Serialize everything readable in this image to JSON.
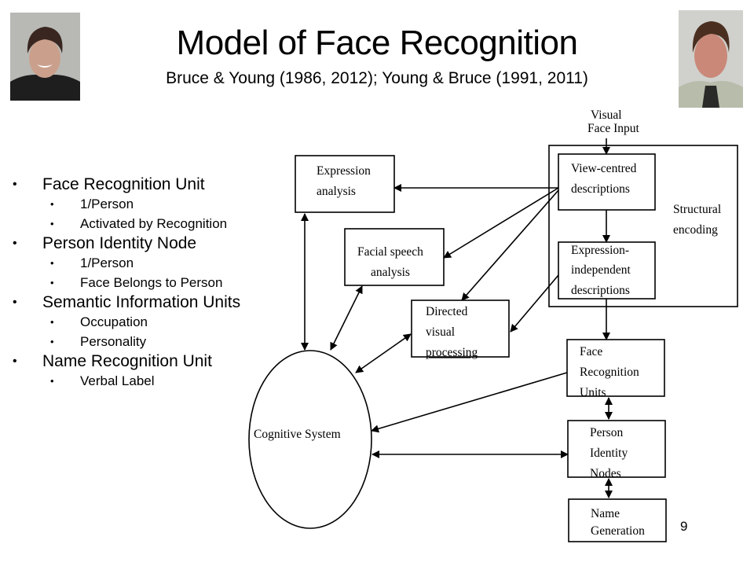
{
  "slide": {
    "title": "Model of Face Recognition",
    "subtitle": "Bruce & Young (1986, 2012); Young & Bruce (1991, 2011)",
    "page_number": "9",
    "photos": {
      "left": "author-photo-woman",
      "right": "author-photo-man"
    }
  },
  "bullets": [
    {
      "label": "Face Recognition Unit",
      "sub": [
        "1/Person",
        "Activated by Recognition"
      ]
    },
    {
      "label": "Person Identity Node",
      "sub": [
        "1/Person",
        "Face Belongs to Person"
      ]
    },
    {
      "label": "Semantic Information Units",
      "sub": [
        "Occupation",
        "Personality"
      ]
    },
    {
      "label": "Name Recognition Unit",
      "sub": [
        "Verbal Label"
      ]
    }
  ],
  "bullet_glyph": "•",
  "diagram": {
    "input_label": [
      "Visual",
      "Face Input"
    ],
    "structural_encoding_label": [
      "Structural",
      "encoding"
    ],
    "nodes": {
      "view_centred": [
        "View-centred",
        "descriptions"
      ],
      "expression_independent": [
        "Expression-",
        "independent",
        "descriptions"
      ],
      "expression_analysis": [
        "Expression",
        "analysis"
      ],
      "facial_speech": [
        "Facial speech",
        "analysis"
      ],
      "directed_visual": [
        "Directed",
        "visual",
        "processing"
      ],
      "face_recognition_units": [
        "Face",
        "Recognition",
        "Units"
      ],
      "person_identity_nodes": [
        "Person",
        "Identity",
        "Nodes"
      ],
      "name_generation": [
        "Name",
        "Generation"
      ],
      "cognitive_system": "Cognitive System"
    }
  }
}
